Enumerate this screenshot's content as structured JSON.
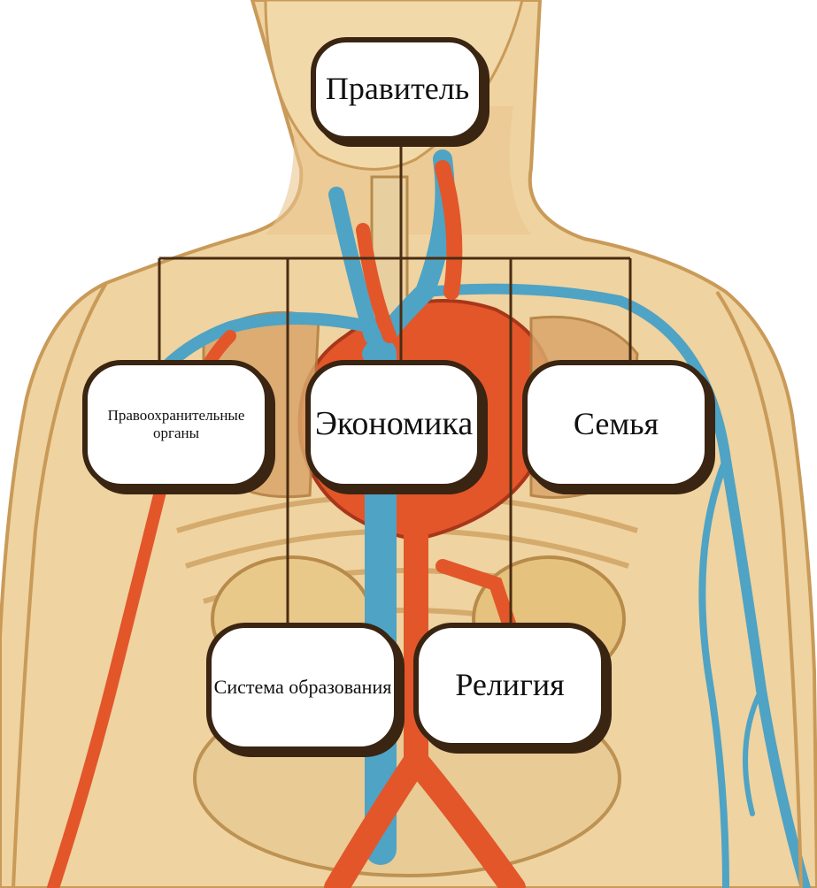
{
  "colors": {
    "connector": "#4a2c12",
    "node_border": "#3a2412",
    "skin": "#efd3a0",
    "skin_dark": "#c99a58",
    "artery": "#e2562a",
    "vein": "#4fa3c4"
  },
  "diagram": {
    "root": {
      "label": "Правитель"
    },
    "row1": [
      {
        "id": "law",
        "label": "Правоохранительные органы"
      },
      {
        "id": "economy",
        "label": "Экономика"
      },
      {
        "id": "family",
        "label": "Семья"
      }
    ],
    "row2": [
      {
        "id": "education",
        "label": "Система образования"
      },
      {
        "id": "religion",
        "label": "Религия"
      }
    ]
  },
  "background": {
    "illustration": "anatomical-torso-circulatory-system"
  }
}
